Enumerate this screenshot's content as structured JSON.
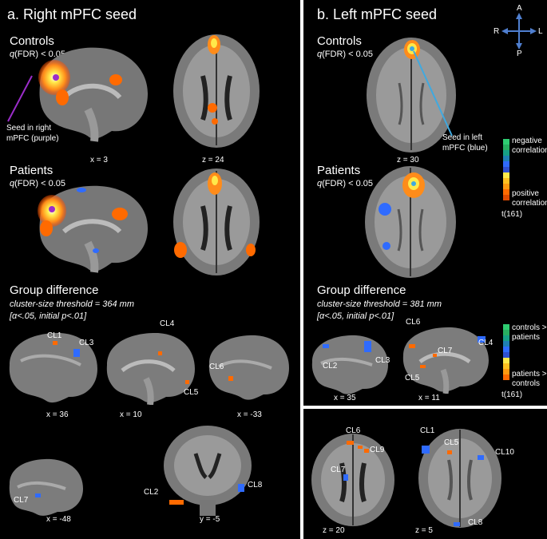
{
  "panel_a": {
    "title": "a. Right mPFC seed",
    "controls": {
      "label": "Controls",
      "q_prefix": "q",
      "q_suffix": "(FDR) < 0.05"
    },
    "seed_note_line1": "Seed in right",
    "seed_note_line2": "mPFC (purple)",
    "coord_sag": "x = 3",
    "coord_ax": "z = 24",
    "patients": {
      "label": "Patients",
      "q_prefix": "q",
      "q_suffix": "(FDR) < 0.05"
    },
    "group": {
      "label": "Group difference",
      "threshold": "cluster-size threshold = 364 mm",
      "alpha": "[α<.05, initial p<.01]"
    },
    "diff_coords": [
      "x = 36",
      "x = 10",
      "x = -33",
      "x = -48",
      "y = -5"
    ],
    "clusters": [
      "CL1",
      "CL3",
      "CL4",
      "CL6",
      "CL5",
      "CL7",
      "CL2",
      "CL8"
    ]
  },
  "panel_b": {
    "title": "b. Left mPFC seed",
    "controls": {
      "label": "Controls",
      "q_prefix": "q",
      "q_suffix": "(FDR) < 0.05"
    },
    "seed_note_line1": "Seed in left",
    "seed_note_line2": "mPFC (blue)",
    "coord_ax1": "z = 30",
    "patients": {
      "label": "Patients",
      "q_prefix": "q",
      "q_suffix": "(FDR) < 0.05"
    },
    "group": {
      "label": "Group difference",
      "threshold": "cluster-size threshold = 381 mm",
      "alpha": "[α<.05, initial p<.01]"
    },
    "diff_coords": [
      "x = 35",
      "x = 11",
      "z = 20",
      "z = 5"
    ],
    "clusters": [
      "CL6",
      "CL7",
      "CL4",
      "CL2",
      "CL3",
      "CL5",
      "CL6",
      "CL9",
      "CL1",
      "CL5",
      "CL10",
      "CL7",
      "CL8"
    ],
    "orientation": {
      "A": "A",
      "P": "P",
      "R": "R",
      "L": "L"
    },
    "legend1": {
      "neg1": "negative",
      "neg2": "correlation",
      "pos1": "positive",
      "pos2": "correlation",
      "stat": "t(161)"
    },
    "legend2": {
      "top1": "controls >",
      "top2": "patients",
      "bot1": "patients >",
      "bot2": "controls",
      "stat": "t(161)"
    }
  },
  "colors": {
    "warm": "#ff6a00",
    "hot": "#ffe94a",
    "cool": "#2f6bff",
    "seed_right": "#9b2dc9",
    "seed_left": "#3fa9e0"
  }
}
